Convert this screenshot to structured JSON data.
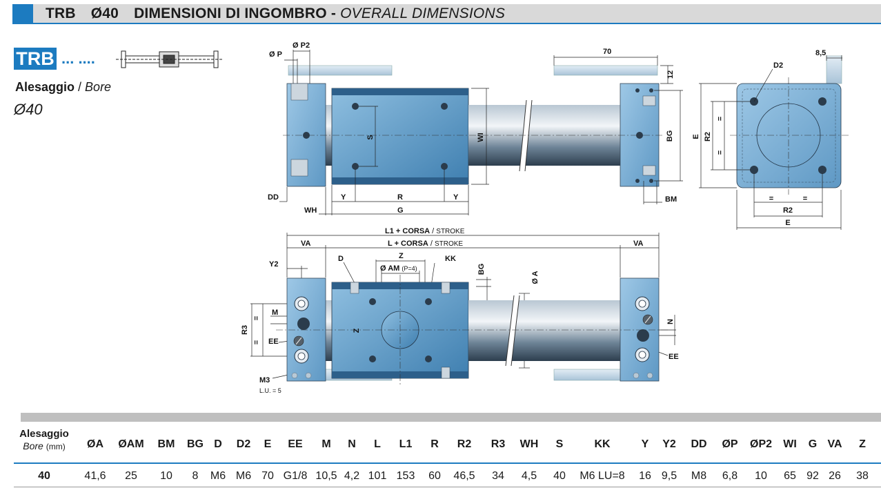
{
  "header": {
    "code": "TRB",
    "bore": "Ø40",
    "title_it": "DIMENSIONI DI INGOMBRO -",
    "title_en": "OVERALL DIMENSIONS"
  },
  "product": {
    "badge": "TRB",
    "suffix": "... ....",
    "bore_label_it": "Alesaggio",
    "bore_sep": " / ",
    "bore_label_en": "Bore",
    "bore_value": "Ø40"
  },
  "drawing_labels": {
    "op": "Ø P",
    "op2": "Ø P2",
    "dd": "DD",
    "wh": "WH",
    "y_left": "Y",
    "r": "R",
    "y_right": "Y",
    "g": "G",
    "s": "S",
    "wi": "WI",
    "bg": "BG",
    "bm": "BM",
    "dim70": "70",
    "dim12": "12",
    "dim85": "8,5",
    "d2": "D2",
    "e_vert": "E",
    "r2_vert": "R2",
    "eq1": "=",
    "eq2": "=",
    "eq3": "=",
    "eq4": "=",
    "r2": "R2",
    "e": "E",
    "l1": "L1 + CORSA",
    "l1_sep": " / ",
    "l1_stroke": "STROKE",
    "l": "L + CORSA",
    "l_sep": " / ",
    "l_stroke": "STROKE",
    "va_left": "VA",
    "va_right": "VA",
    "y2": "Y2",
    "d": "D",
    "z_top": "Z",
    "am": "Ø AM",
    "am_note": "(P=4)",
    "kk": "KK",
    "bg2": "BG",
    "a": "Ø A",
    "m": "M",
    "r3": "R3",
    "ee_left": "EE",
    "z_vert": "Z",
    "n": "N",
    "ee_right": "EE",
    "m3": "M3",
    "lu": "L.U. = 5",
    "eq5": "=",
    "eq6": "="
  },
  "table": {
    "bore_header_it": "Alesaggio",
    "bore_header_en": "Bore",
    "bore_header_unit": "(mm)",
    "columns": [
      "ØA",
      "ØAM",
      "BM",
      "BG",
      "D",
      "D2",
      "E",
      "EE",
      "M",
      "N",
      "L",
      "L1",
      "R",
      "R2",
      "R3",
      "WH",
      "S",
      "KK",
      "Y",
      "Y2",
      "DD",
      "ØP",
      "ØP2",
      "WI",
      "G",
      "VA",
      "Z"
    ],
    "rows": [
      {
        "bore": "40",
        "values": [
          "41,6",
          "25",
          "10",
          "8",
          "M6",
          "M6",
          "70",
          "G1/8",
          "10,5",
          "4,2",
          "101",
          "153",
          "60",
          "46,5",
          "34",
          "4,5",
          "40",
          "M6 LU=8",
          "16",
          "9,5",
          "M8",
          "6,8",
          "10",
          "65",
          "92",
          "26",
          "38"
        ]
      }
    ]
  },
  "colors": {
    "accent_blue": "#1c7bc0",
    "band_grey": "#d9d9d9",
    "steel_blue": "#6f9fc4"
  }
}
